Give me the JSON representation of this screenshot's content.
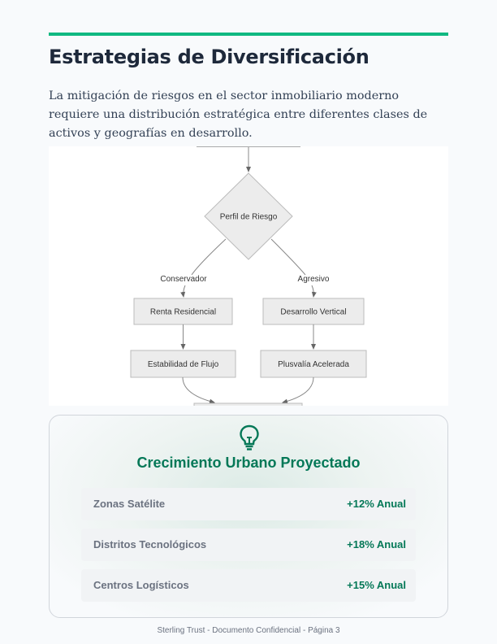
{
  "header": {
    "accent_color": "#10b981",
    "title": "Estrategias de Diversificación"
  },
  "intro": {
    "text": "La mitigación de riesgos en el sector inmobiliario moderno requiere una distribución estratégica entre diferentes clases de activos y geografías en desarrollo."
  },
  "diagram": {
    "decision": "Perfil de Riesgo",
    "branches": [
      {
        "edge_label": "Conservador",
        "steps": [
          "Renta Residencial",
          "Estabilidad de Flujo"
        ]
      },
      {
        "edge_label": "Agresivo",
        "steps": [
          "Desarrollo Vertical",
          "Plusvalía Acelerada"
        ]
      }
    ]
  },
  "highlight": {
    "icon": "lightbulb-icon",
    "title": "Crecimiento Urbano Proyectado",
    "accent_color": "#047857",
    "rows": [
      {
        "label": "Zonas Satélite",
        "value": "+12% Anual"
      },
      {
        "label": "Distritos Tecnológicos",
        "value": "+18% Anual"
      },
      {
        "label": "Centros Logísticos",
        "value": "+15% Anual"
      }
    ]
  },
  "footer": {
    "text": "Sterling Trust - Documento Confidencial - Página 3"
  }
}
